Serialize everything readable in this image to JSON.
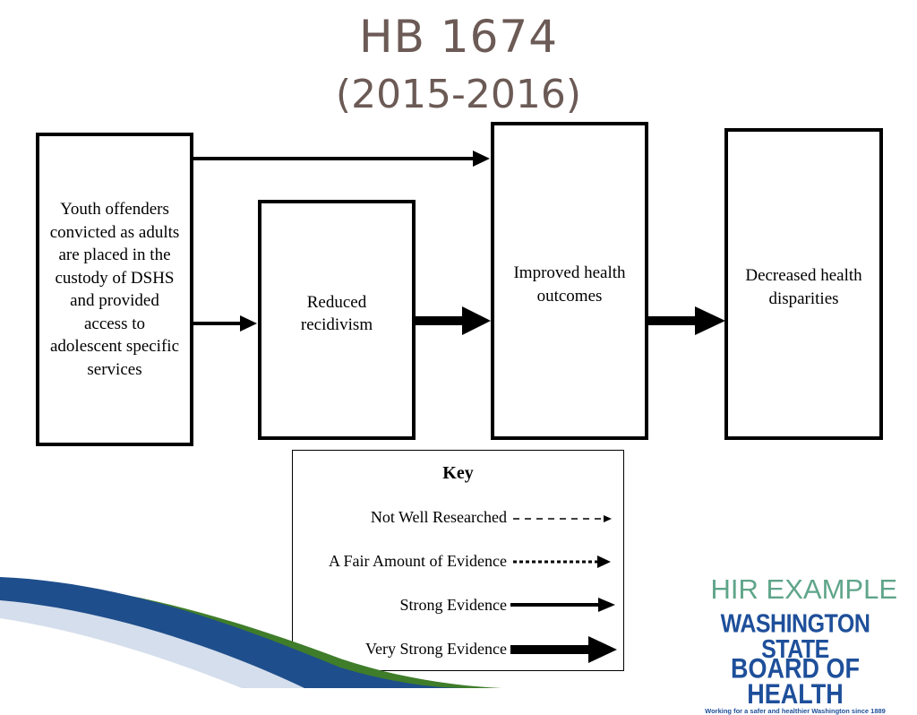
{
  "title": {
    "line1": "HB 1674",
    "line2": "(2015-2016)"
  },
  "boxes": {
    "youth": [
      "Youth offenders",
      "convicted as adults",
      "are placed in the",
      "custody of DSHS",
      "and provided",
      "access to",
      "adolescent specific",
      "services"
    ],
    "reduced": [
      "Reduced",
      "recidivism"
    ],
    "improved": [
      "Improved health",
      "outcomes"
    ],
    "decreased": [
      "Decreased health",
      "disparities"
    ]
  },
  "key": {
    "title": "Key",
    "rows": [
      {
        "label": "Not Well Researched",
        "style": "dashed"
      },
      {
        "label": "A Fair Amount of Evidence",
        "style": "dotted"
      },
      {
        "label": "Strong Evidence",
        "style": "solid"
      },
      {
        "label": "Very Strong Evidence",
        "style": "thick"
      }
    ]
  },
  "connections": [
    {
      "from": "youth",
      "to": "improved",
      "strength": "strong"
    },
    {
      "from": "youth",
      "to": "reduced",
      "strength": "strong"
    },
    {
      "from": "reduced",
      "to": "improved",
      "strength": "very-strong"
    },
    {
      "from": "improved",
      "to": "decreased",
      "strength": "very-strong"
    }
  ],
  "footer": {
    "hir_label": "HIR EXAMPLE",
    "logo_line1": "WASHINGTON STATE",
    "logo_line2": "BOARD OF HEALTH",
    "logo_tagline": "Working for a safer and healthier Washington since 1889"
  },
  "colors": {
    "title": "#6b5a55",
    "hir_label": "#5fa58a",
    "logo": "#1e4f9a",
    "swoosh_blue": "#1f4e8c",
    "swoosh_green": "#3f7d2a"
  }
}
